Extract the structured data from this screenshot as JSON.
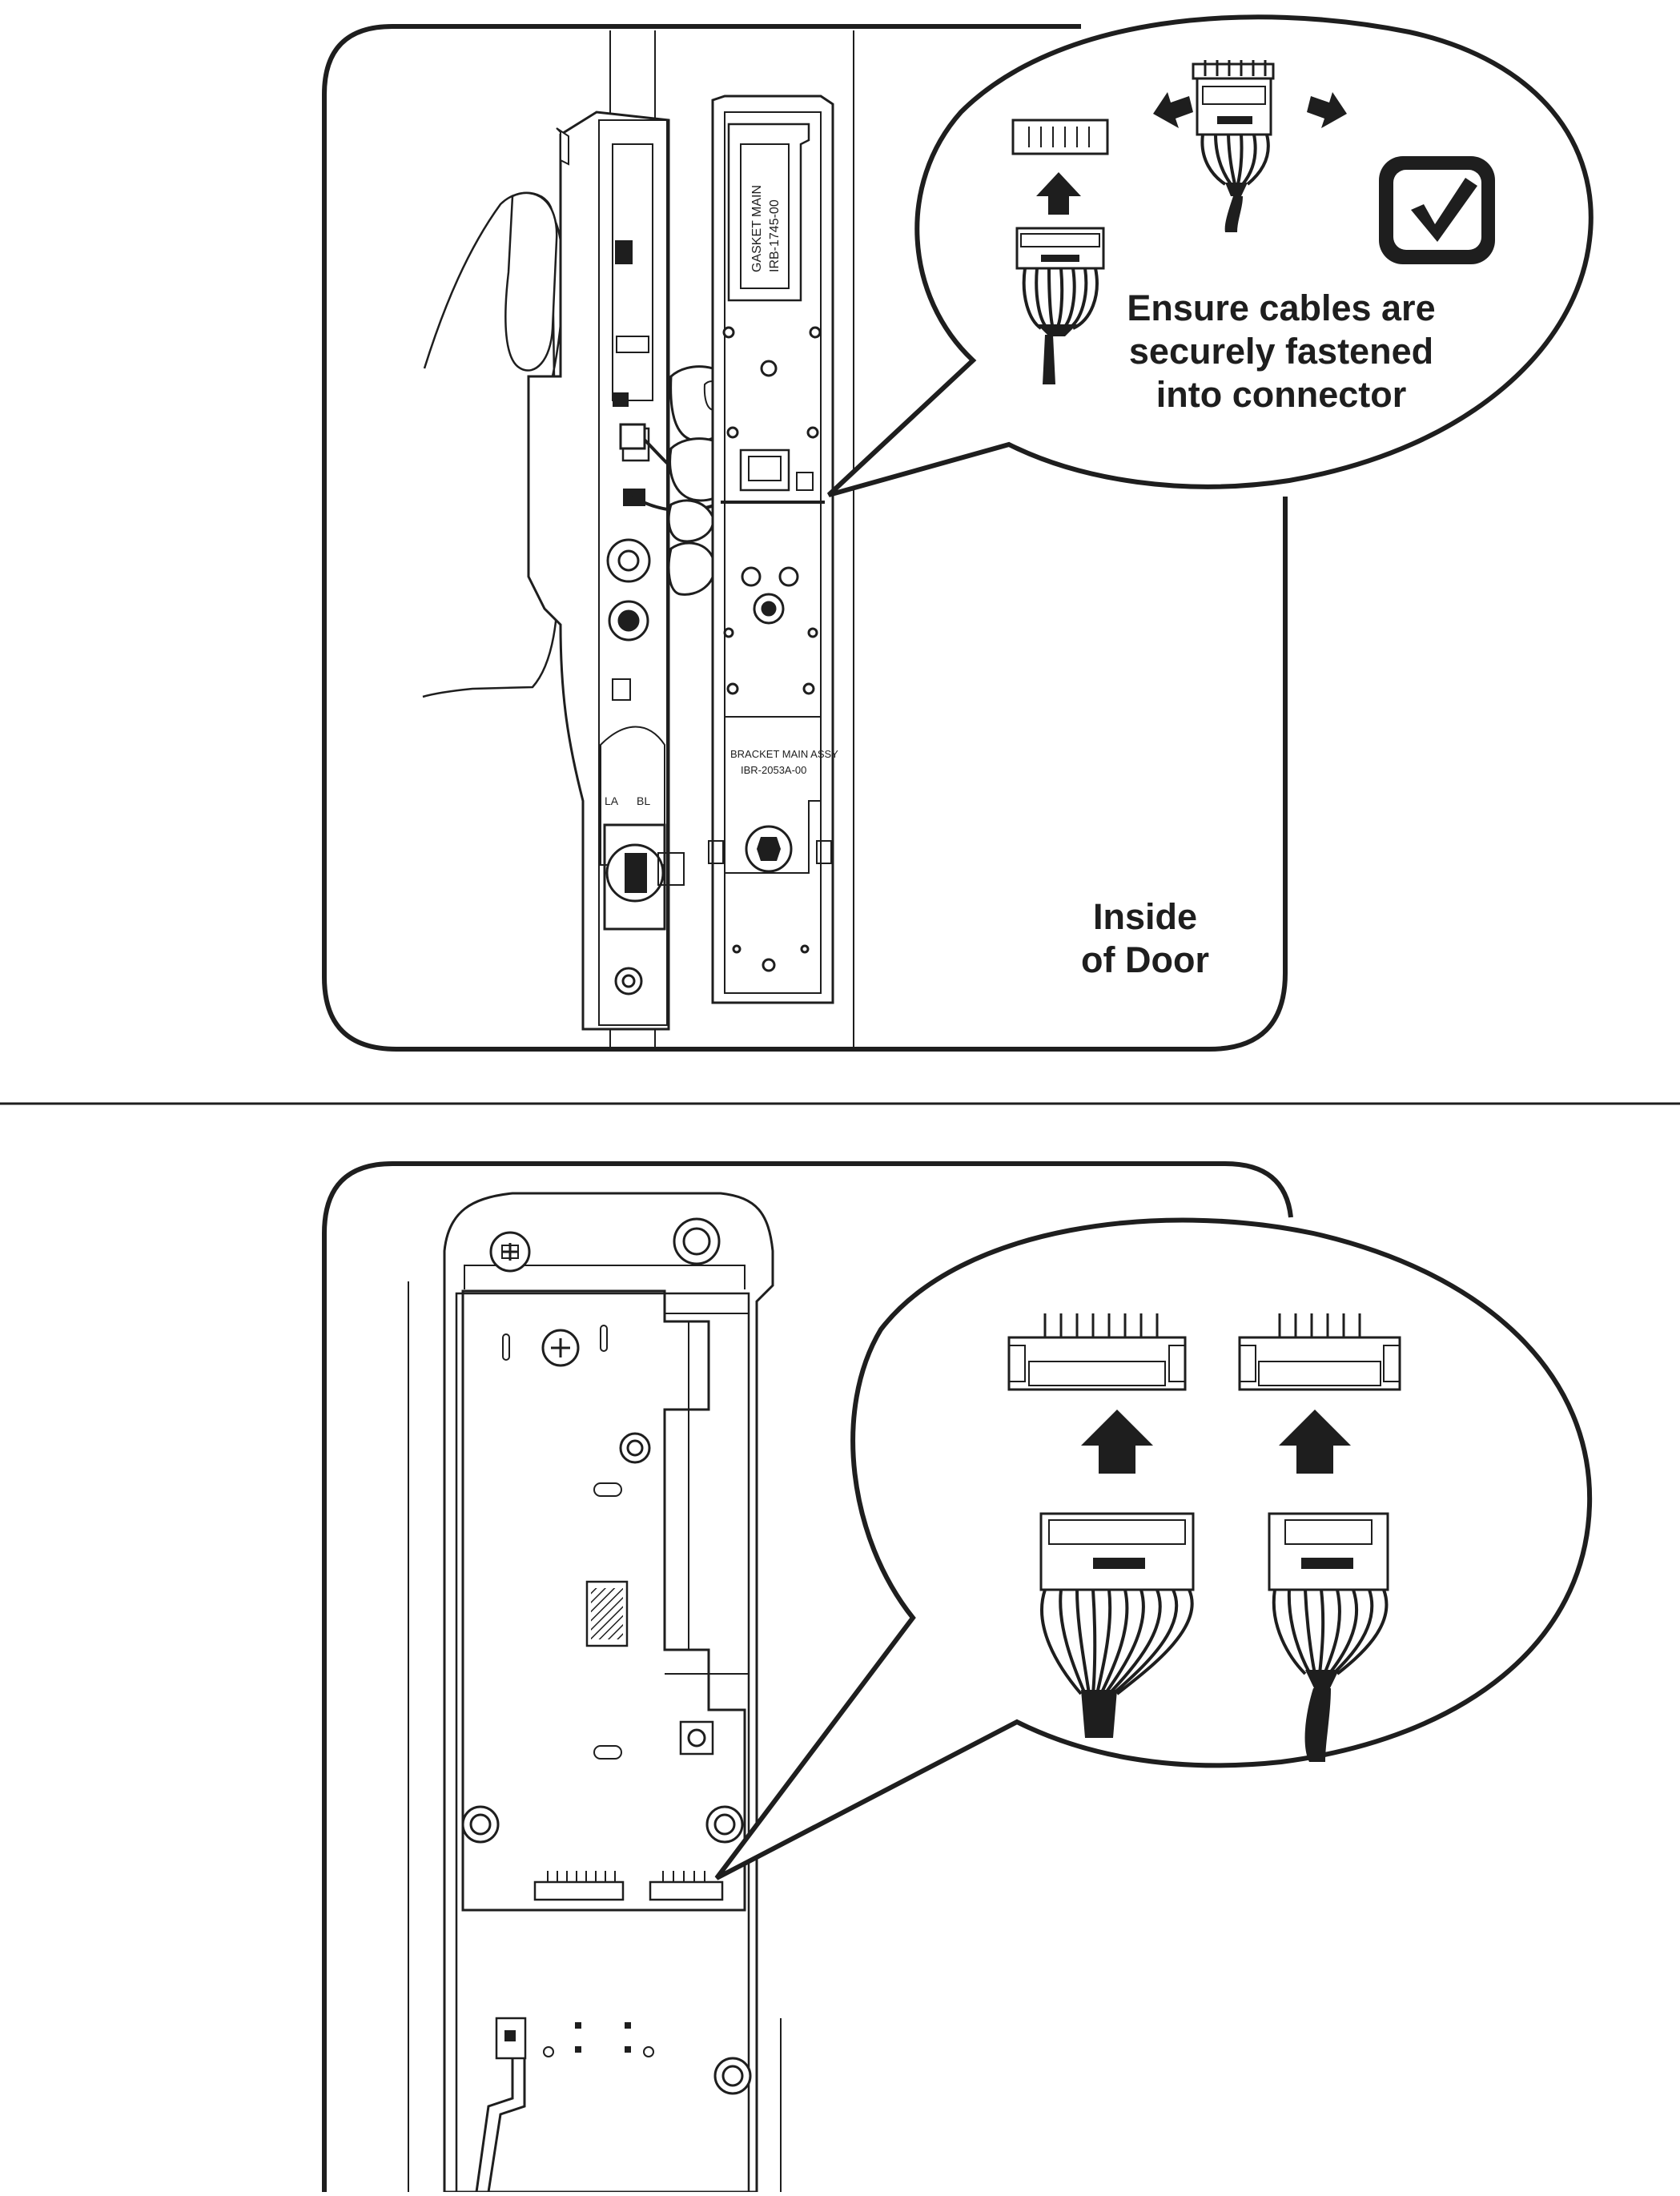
{
  "panel_top": {
    "callout_lines": [
      "Ensure cables are",
      "securely fastened",
      "into connector"
    ],
    "location_lines": [
      "Inside",
      "of Door"
    ],
    "gasket_label": [
      "GASKET MAIN",
      "IRB-1745-00"
    ],
    "bracket_label": [
      "BRACKET MAIN ASSY",
      "IBR-2053A-00"
    ],
    "pcb_marks": [
      "LA",
      "BL"
    ]
  },
  "colors": {
    "ink": "#1e1e1e",
    "paper": "#ffffff",
    "shade": "#d9d9d9"
  },
  "icons": [
    "checkmark-icon",
    "arrow-up-icon",
    "squeeze-arrow-icon",
    "cable-connector-icon"
  ]
}
